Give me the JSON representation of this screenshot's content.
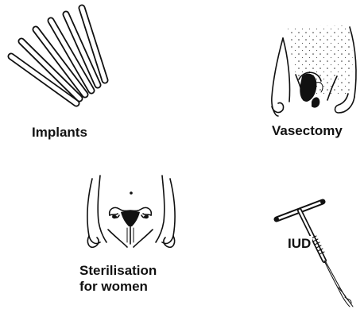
{
  "panels": [
    {
      "id": "implants",
      "caption": "Implants",
      "illustration": "contraceptive-implant-rods"
    },
    {
      "id": "vasectomy",
      "caption": "Vasectomy",
      "illustration": "male-pelvis-vasectomy"
    },
    {
      "id": "female-sterilisation",
      "caption_line1": "Sterilisation",
      "caption_line2": "for women",
      "illustration": "female-pelvis-uterus"
    },
    {
      "id": "iud",
      "caption": "IUD",
      "illustration": "t-shaped-intrauterine-device"
    }
  ],
  "colors": {
    "ink": "#111111",
    "background": "#ffffff"
  }
}
